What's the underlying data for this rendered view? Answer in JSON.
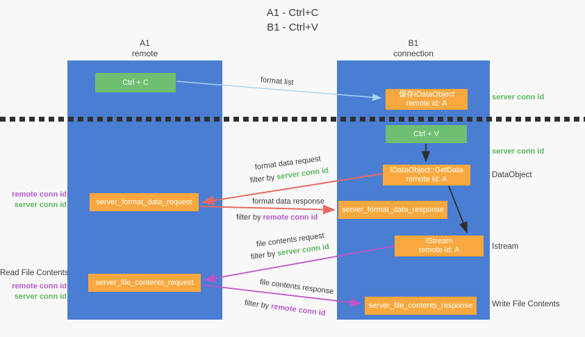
{
  "title": {
    "line1": "A1 - Ctrl+C",
    "line2": "B1 - Ctrl+V"
  },
  "columns": {
    "left": {
      "name": "A1",
      "subtitle": "remote"
    },
    "right": {
      "name": "B1",
      "subtitle": "connection"
    }
  },
  "boxes": {
    "ctrl_c": "Ctrl + C",
    "ctrl_v": "Ctrl + V",
    "save_dataobject": {
      "title": "保存IDataObject",
      "subtitle": "remote id: A"
    },
    "getdata": {
      "title": "IDataObject::GetData",
      "subtitle": "remote id: A"
    },
    "istream": {
      "title": "IStream",
      "subtitle": "remote id: A"
    },
    "server_format_data_request": "server_format_data_request",
    "server_format_data_response": "server_format_data_response",
    "server_file_contents_request": "server_file_contents_request",
    "server_file_contents_response": "server_file_contents_response"
  },
  "flows": {
    "format_list": "format list",
    "format_data_request": "format data request",
    "format_data_response": "format data response",
    "file_contents_request": "file contents request",
    "file_contents_response": "file contents response"
  },
  "filters": {
    "prefix": "filter by ",
    "server": "server conn id",
    "remote": "remote conn id"
  },
  "side_left": {
    "remote_conn_id": "remote conn id",
    "server_conn_id": "server conn id",
    "read_file_contents": "Read File Contents"
  },
  "side_right": {
    "server_conn_id": "server conn id",
    "dataobject": "DataObject",
    "istream": "Istream",
    "write_file_contents": "Write File Contents"
  },
  "colors": {
    "column_blue": "#4a7ed2",
    "box_green": "#6fbf72",
    "box_orange": "#f8a83e",
    "text_dark": "#3c3c3c",
    "conn_green": "#5cb85c",
    "conn_purple": "#b45ccc",
    "arrow_lightblue": "#a9d4f2",
    "arrow_black": "#2e2e2e",
    "arrow_red": "#e8695f",
    "arrow_magenta": "#c153c9"
  }
}
